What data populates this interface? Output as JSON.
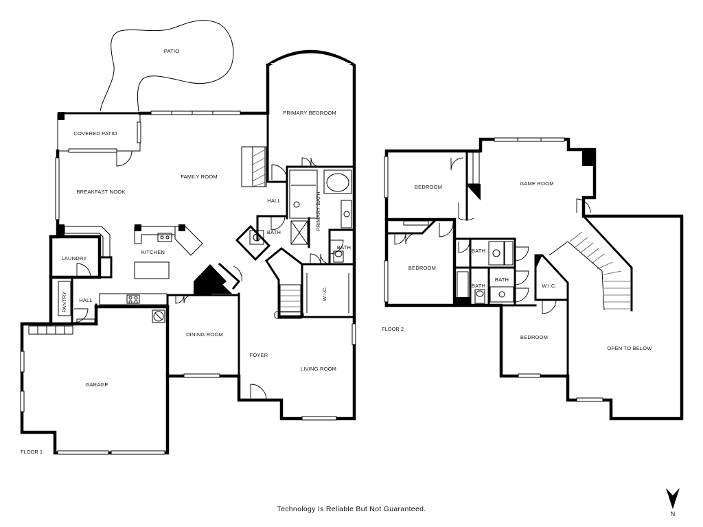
{
  "floor_1": {
    "label": "FLOOR 1",
    "rooms": {
      "patio": "PATIO",
      "covered_patio": "COVERED PATIO",
      "primary_bedroom": "PRIMARY BEDROOM",
      "family_room": "FAMILY ROOM",
      "breakfast_nook": "BREAKFAST NOOK",
      "hall_upper": "HALL",
      "primary_bath": "PRIMARY BATH",
      "bath": "BATH",
      "bath_small": "BATH",
      "kitchen": "KITCHEN",
      "laundry": "LAUNDRY",
      "wic": "W.I.C.",
      "pantry": "PANTRY",
      "hall_lower": "HALL",
      "dining_room": "DINING ROOM",
      "foyer": "FOYER",
      "living_room": "LIVING ROOM",
      "garage": "GARAGE"
    }
  },
  "floor_2": {
    "label": "FLOOR 2",
    "rooms": {
      "bedroom_1": "BEDROOM",
      "game_room": "GAME ROOM",
      "bedroom_2": "BEDROOM",
      "bath_1": "BATH",
      "bath_2": "BATH",
      "bath_3": "BATH",
      "wic": "W.I.C.",
      "bedroom_3": "BEDROOM",
      "open_to_below": "OPEN TO BELOW"
    }
  },
  "compass": {
    "letter": "N"
  },
  "disclaimer": "Technology Is Reliable But Not Guaranteed."
}
